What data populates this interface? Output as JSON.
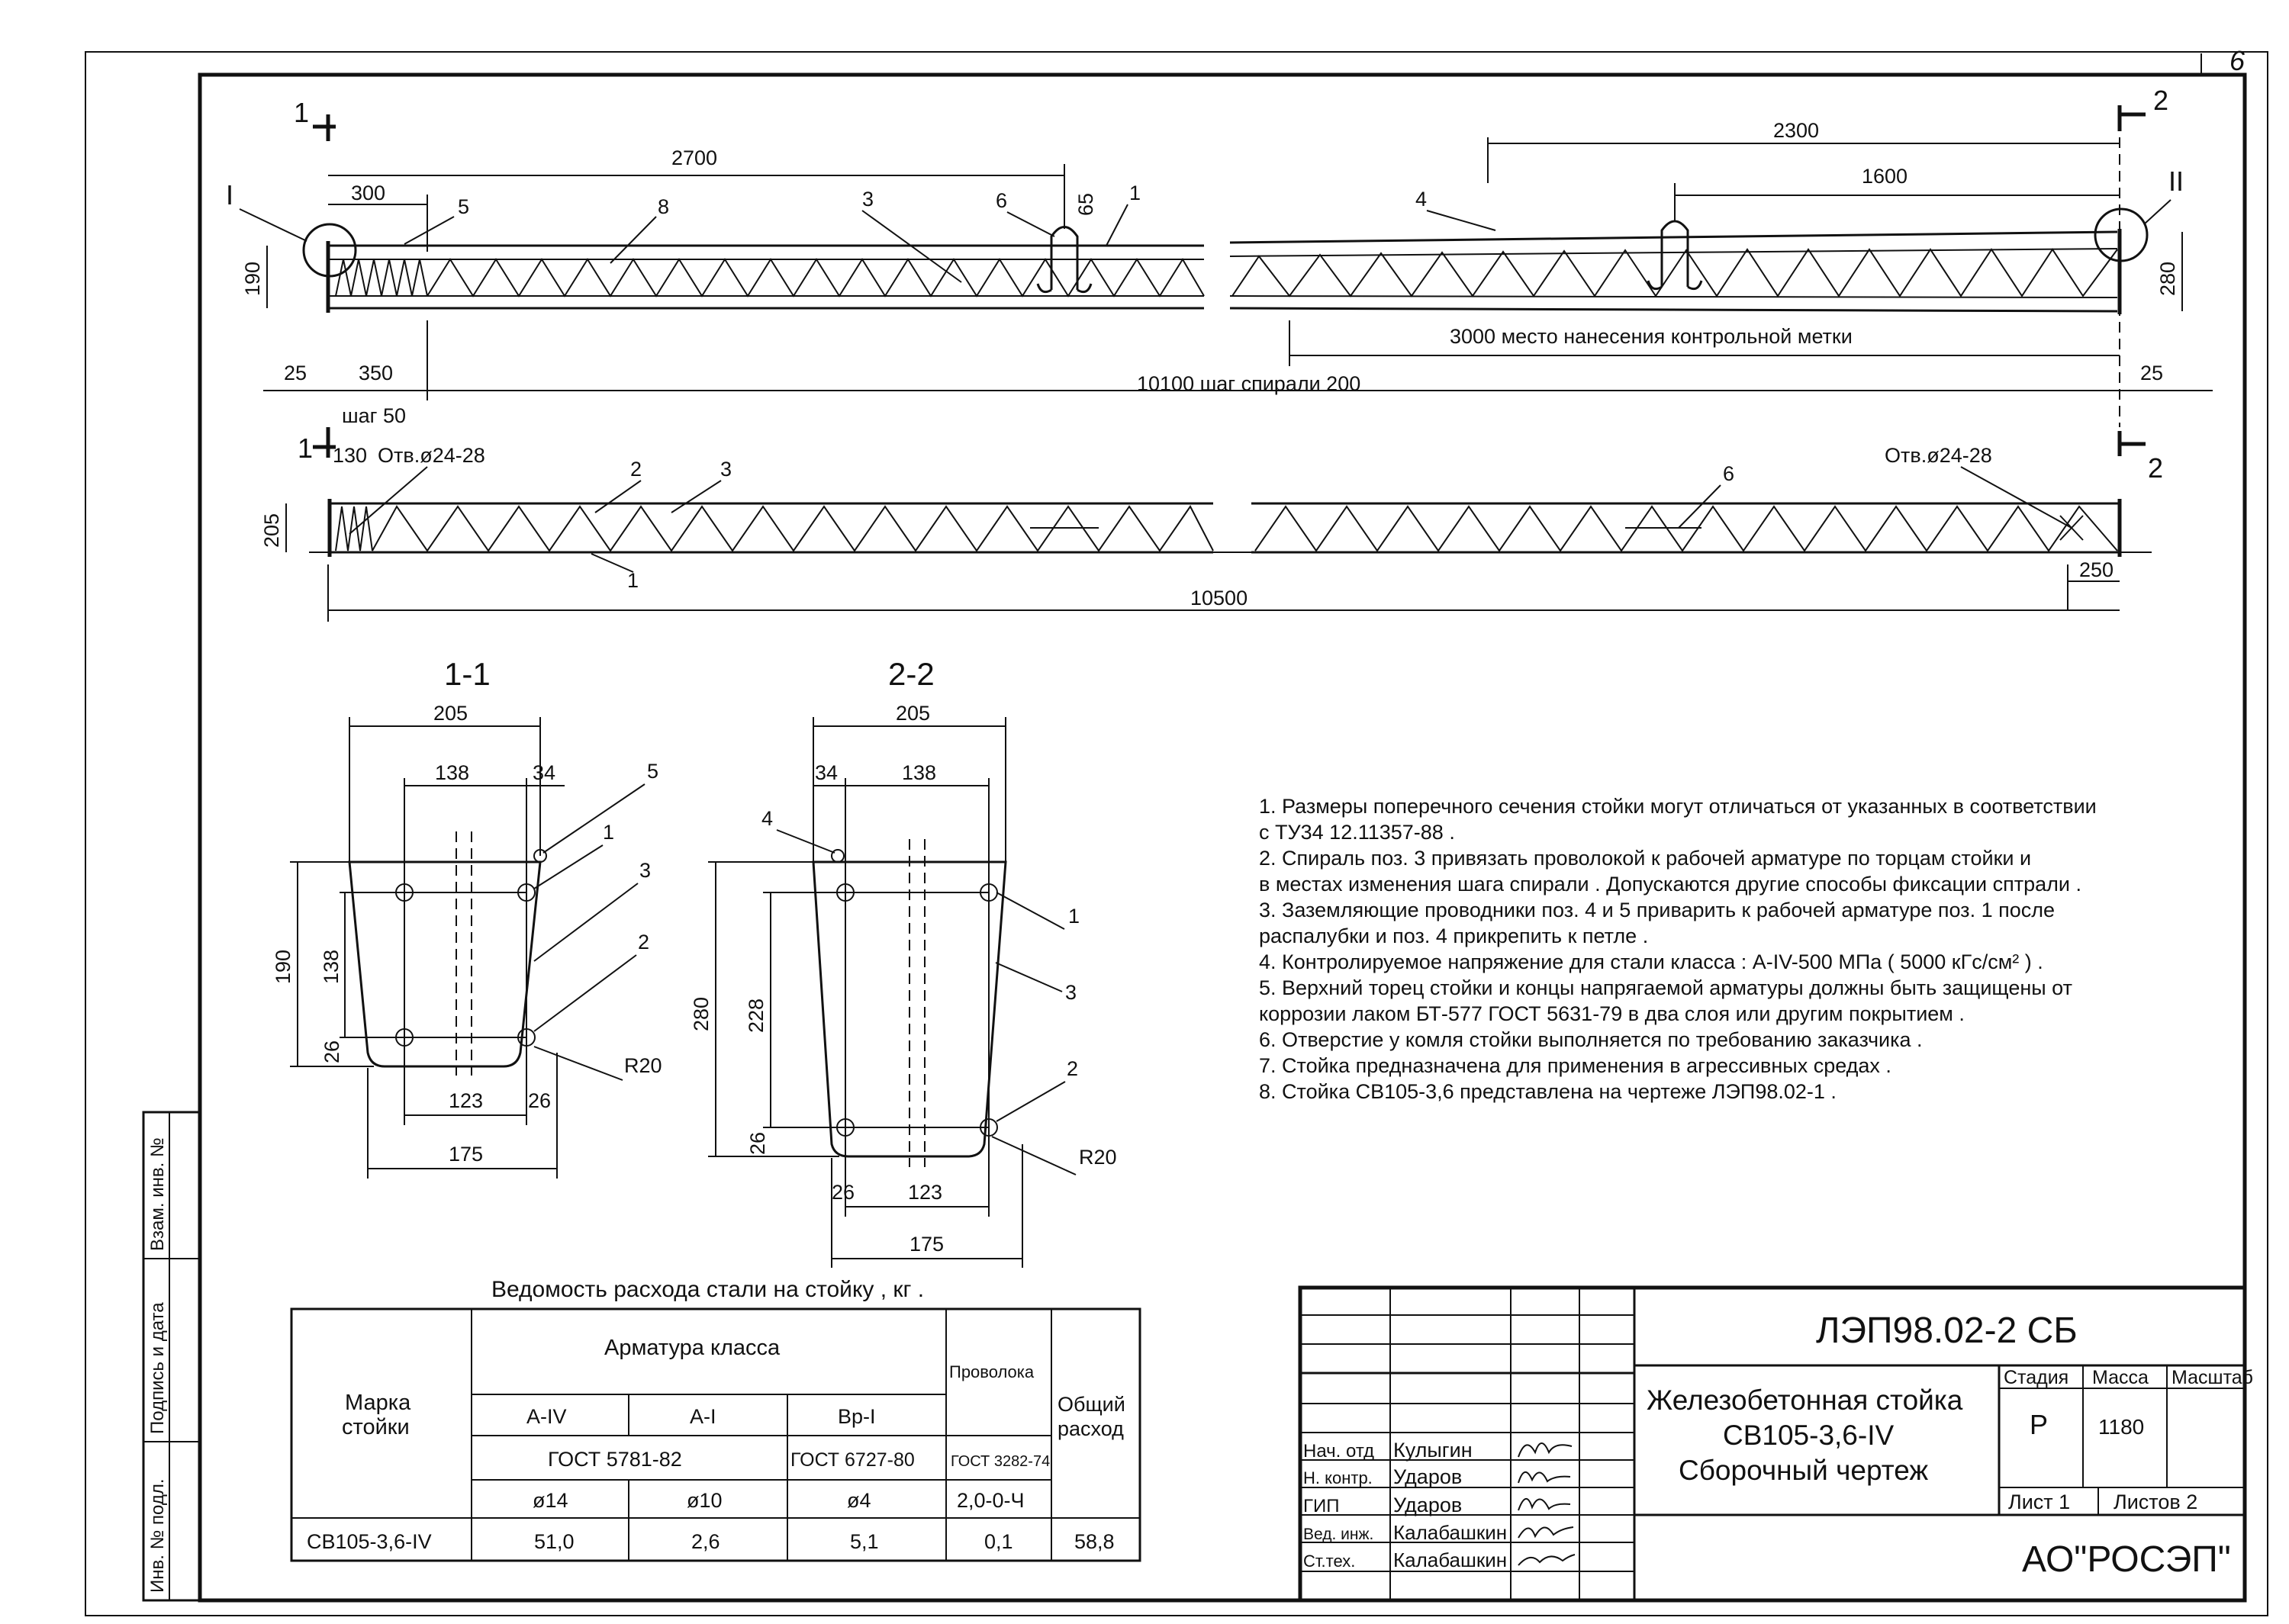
{
  "sheet_number": "6",
  "views": {
    "elevation": {
      "section_1": "1",
      "section_2": "2",
      "detail_I": "I",
      "detail_II": "II",
      "dims": {
        "d2700": "2700",
        "d2300": "2300",
        "d1600": "1600",
        "d300": "300",
        "d65": "65",
        "d190": "190",
        "d280": "280",
        "d25": "25",
        "d350": "350",
        "step50": "шаг 50",
        "total": "10100 шаг спирали 200",
        "mark": "3000 место нанесения контрольной метки",
        "d25r": "25"
      },
      "positions": {
        "p5": "5",
        "p8": "8",
        "p3": "3",
        "p6": "6",
        "p1": "1",
        "p4": "4"
      }
    },
    "plan": {
      "hole_left": "Отв.ø24-28",
      "hole_right": "Отв.ø24-28",
      "d130": "130",
      "d205": "205",
      "d250": "250",
      "d10500": "10500",
      "positions": {
        "p2": "2",
        "p3": "3",
        "p1": "1",
        "p6": "6"
      }
    },
    "section_1_1": {
      "title": "1-1",
      "dims": {
        "w205": "205",
        "w138": "138",
        "w34": "34",
        "h190": "190",
        "h138": "138",
        "h26": "26",
        "w123": "123",
        "w26": "26",
        "w175": "175",
        "r20": "R20"
      },
      "positions": {
        "p5": "5",
        "p1": "1",
        "p3": "3",
        "p2": "2"
      }
    },
    "section_2_2": {
      "title": "2-2",
      "dims": {
        "w205": "205",
        "w34": "34",
        "w138": "138",
        "h280": "280",
        "h228": "228",
        "h26": "26",
        "w26": "26",
        "w123": "123",
        "w175": "175",
        "r20": "R20"
      },
      "positions": {
        "p4": "4",
        "p1": "1",
        "p3": "3",
        "p2": "2"
      }
    }
  },
  "notes": [
    "1. Размеры поперечного сечения стойки могут отличаться от указанных в соответствии",
    "с ТУ34 12.11357-88 .",
    "2. Спираль поз. 3 привязать проволокой к рабочей арматуре по торцам стойки и",
    "в местах изменения шага спирали . Допускаются другие способы фиксации сптрали .",
    "3. Заземляющие проводники поз. 4 и 5 приварить к рабочей арматуре поз. 1 после",
    "распалубки и поз. 4 прикрепить к петле .",
    "4. Контролируемое напряжение для стали класса : А-IV-500 МПа ( 5000 кГс/см² ) .",
    "5. Верхний торец стойки и концы напрягаемой арматуры должны быть защищены от",
    "коррозии лаком БТ-577 ГОСТ 5631-79 в два слоя или другим покрытием .",
    "6. Отверстие у комля стойки выполняется по требованию заказчика .",
    "7. Стойка предназначена для применения в агрессивных средах .",
    "8. Стойка СВ105-3,6 представлена на чертеже ЛЭП98.02-1 ."
  ],
  "steel_table": {
    "title": "Ведомость расхода стали на стойку , кг .",
    "col_mark": "Марка стойки",
    "col_rebar": "Арматура класса",
    "col_wire": "Проволока",
    "col_total": "Общий расход",
    "classes": [
      "A-IV",
      "A-I",
      "Bр-I"
    ],
    "gost_rebar": "ГОСТ 5781-82",
    "gost_bp": "ГОСТ 6727-80",
    "gost_wire": "ГОСТ 3282-74",
    "diameters": [
      "ø14",
      "ø10",
      "ø4",
      "2,0-0-Ч"
    ],
    "row": {
      "mark": "СВ105-3,6-IV",
      "values": [
        "51,0",
        "2,6",
        "5,1",
        "0,1",
        "58,8"
      ]
    }
  },
  "side_stamp": [
    "Взам. инв. №",
    "Подпись и дата",
    "Инв. № подл."
  ],
  "title_block": {
    "code": "ЛЭП98.02-2 СБ",
    "name_lines": [
      "Железобетонная стойка",
      "СВ105-3,6-IV",
      "Сборочный чертеж"
    ],
    "stage_label": "Стадия",
    "mass_label": "Масса",
    "scale_label": "Масштаб",
    "stage": "Р",
    "mass": "1180",
    "sheet_label": "Лист 1",
    "sheets_label": "Листов 2",
    "company": "АО\"РОСЭП\"",
    "people": [
      {
        "role": "Нач. отд",
        "name": "Кулыгин"
      },
      {
        "role": "Н. контр.",
        "name": "Ударов"
      },
      {
        "role": "ГИП",
        "name": "Ударов"
      },
      {
        "role": "Вед. инж.",
        "name": "Калабашкин"
      },
      {
        "role": "Ст.тех.",
        "name": "Калабашкин"
      }
    ]
  }
}
